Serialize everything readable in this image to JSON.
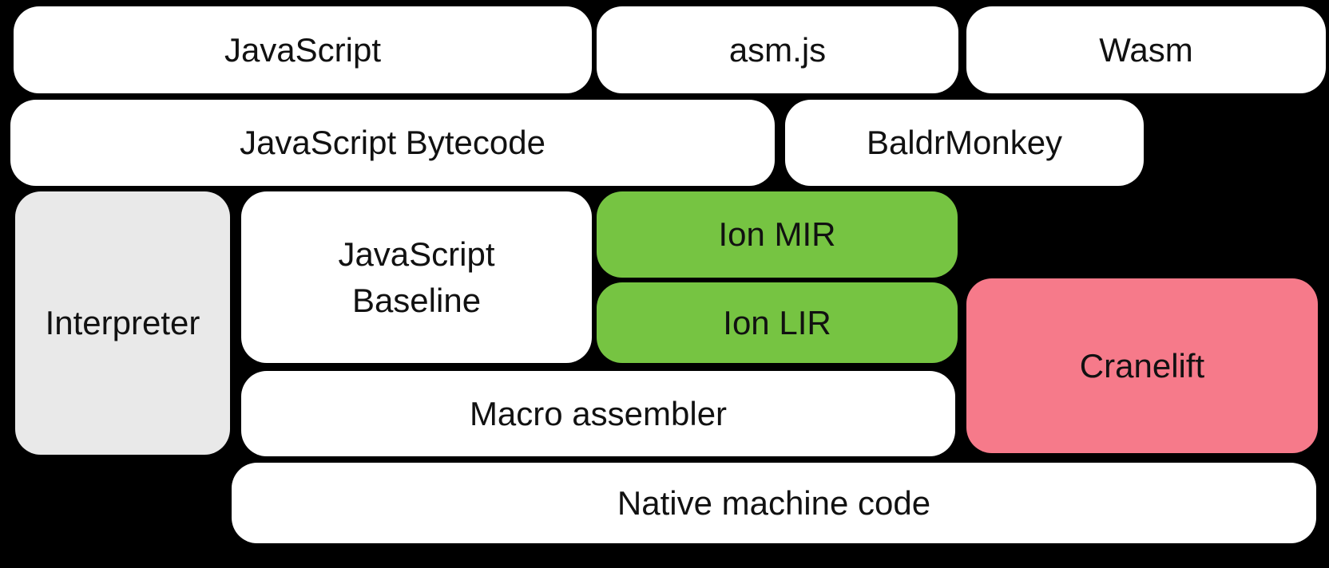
{
  "diagram": {
    "kind": "compiler-pipeline-block-diagram"
  },
  "colors": {
    "background": "#000000",
    "text": "#111111",
    "box_white": "#ffffff",
    "box_gray": "#e9e9e9",
    "ion_green": "#76c442",
    "cranelift_pink": "#f67a8a"
  },
  "boxes": {
    "javascript": {
      "label": "JavaScript"
    },
    "asm_js": {
      "label": "asm.js"
    },
    "wasm": {
      "label": "Wasm"
    },
    "javascript_bytecode": {
      "label": "JavaScript Bytecode"
    },
    "baldrmonkey": {
      "label": "BaldrMonkey"
    },
    "interpreter": {
      "label": "Interpreter"
    },
    "javascript_baseline": {
      "label": "JavaScript\nBaseline"
    },
    "ion_mir": {
      "label": "Ion MIR"
    },
    "ion_lir": {
      "label": "Ion LIR"
    },
    "cranelift": {
      "label": "Cranelift"
    },
    "macro_assembler": {
      "label": "Macro assembler"
    },
    "native_machine_code": {
      "label": "Native machine code"
    }
  }
}
